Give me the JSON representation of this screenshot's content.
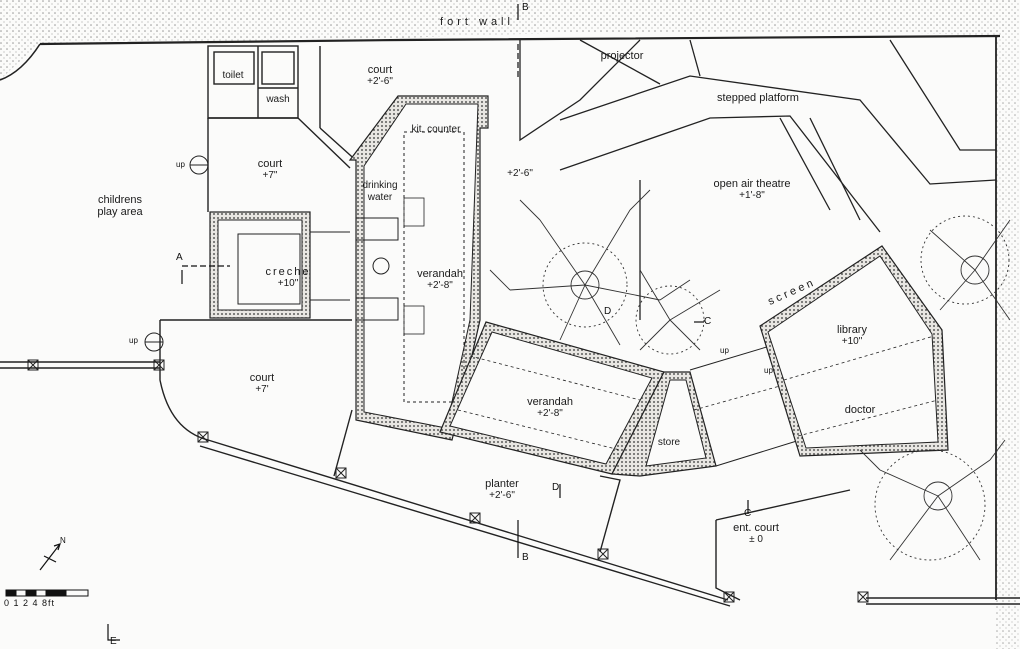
{
  "wall_label": "fort wall",
  "rooms": {
    "toilet": "toilet",
    "wash": "wash",
    "court_top": {
      "name": "court",
      "level": "+2'-6\""
    },
    "court_left": {
      "name": "court",
      "level": "+7\""
    },
    "kit_counter": "kit. counter",
    "drinking_water": "drinking water",
    "creche": {
      "name": "creche",
      "level": "+10\""
    },
    "verandah_main": {
      "name": "verandah",
      "level": "+2'-8\""
    },
    "verandah_lower": {
      "name": "verandah",
      "level": "+2'-8\""
    },
    "level_26": "+2'-6\"",
    "court_bottom": {
      "name": "court",
      "level": "+7'"
    },
    "store": "store",
    "planter": {
      "name": "planter",
      "level": "+2'-6\""
    },
    "projector": "projector",
    "stepped_platform": "stepped platform",
    "open_air_theatre": {
      "name": "open air theatre",
      "level": "+1'-8\""
    },
    "library": {
      "name": "library",
      "level": "+10\""
    },
    "doctor": "doctor",
    "ent_court": {
      "name": "ent. court",
      "level": "± 0"
    },
    "screen": "screen",
    "childrens_play_area": [
      "childrens",
      "play area"
    ]
  },
  "section_markers": [
    "A",
    "B",
    "B",
    "C",
    "C",
    "D",
    "D",
    "E"
  ],
  "stair_labels": [
    "up",
    "up",
    "up",
    "up"
  ],
  "scale_bar": {
    "label": "0 1 2  4     8ft"
  },
  "north_label": "N"
}
